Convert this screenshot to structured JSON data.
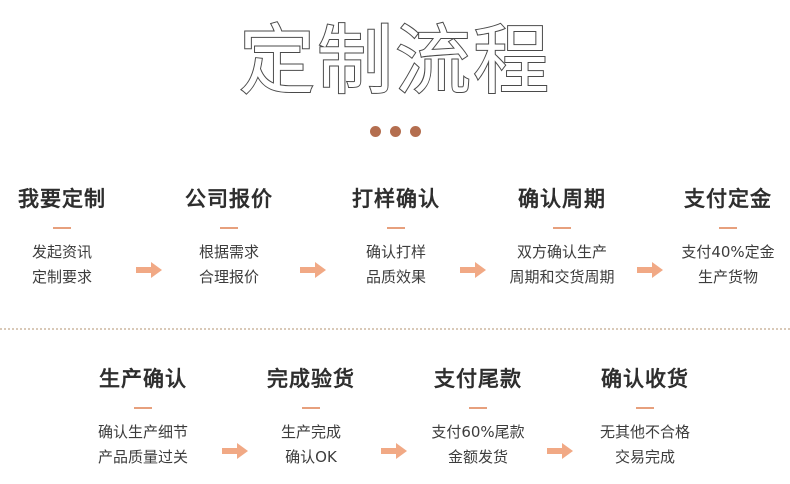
{
  "title": "定制流程",
  "colors": {
    "accent": "#b46e4f",
    "arrow": "#f1a985",
    "rule": "#e7a07d",
    "divider": "#d9c9b8",
    "text": "#333333"
  },
  "row1": [
    {
      "title": "我要定制",
      "lines": [
        "发起资讯",
        "定制要求"
      ]
    },
    {
      "title": "公司报价",
      "lines": [
        "根据需求",
        "合理报价"
      ]
    },
    {
      "title": "打样确认",
      "lines": [
        "确认打样",
        "品质效果"
      ]
    },
    {
      "title": "确认周期",
      "lines": [
        "双方确认生产",
        "周期和交货周期"
      ]
    },
    {
      "title": "支付定金",
      "lines": [
        "支付40%定金",
        "生产货物"
      ]
    }
  ],
  "row2": [
    {
      "title": "生产确认",
      "lines": [
        "确认生产细节",
        "产品质量过关"
      ]
    },
    {
      "title": "完成验货",
      "lines": [
        "生产完成",
        "确认OK"
      ]
    },
    {
      "title": "支付尾款",
      "lines": [
        "支付60%尾款",
        "金额发货"
      ]
    },
    {
      "title": "确认收货",
      "lines": [
        "无其他不合格",
        "交易完成"
      ]
    }
  ],
  "arrow_icon": "arrow-right-icon"
}
